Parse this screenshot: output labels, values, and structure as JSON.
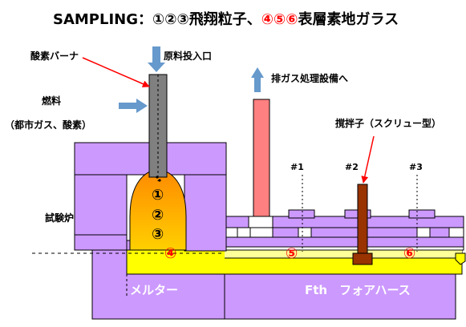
{
  "title": {
    "prefix": "SAMPLING：",
    "part_black": "①②③飛翔粒子、",
    "part_red": "④⑤⑥",
    "part_black2": "表層素地ガラス"
  },
  "labels": {
    "burner": "酸素バーナ",
    "raw_input": "原料投入口",
    "exhaust": "排ガス処理設備へ",
    "fuel": "燃料",
    "fuel_sub": "（都市ガス、酸素）",
    "stirrer": "撹拌子（スクリュー型）",
    "test_furnace": "試験炉",
    "melter": "メルター",
    "forehearth": "Fth　フォアハース"
  },
  "ports": [
    "#1",
    "#2",
    "#3"
  ],
  "points": {
    "p1": "①",
    "p2": "②",
    "p3": "③",
    "p4": "④",
    "p5": "⑤",
    "p6": "⑥"
  },
  "colors": {
    "refractory": "#cc99ff",
    "glass": "#ffff00",
    "flame_top": "#ff9900",
    "flame_bottom": "#ffcc00",
    "chimney": "#ff8080",
    "stirrer": "#993300",
    "burner": "#808080",
    "arrow": "#6699cc",
    "pointer": "#ff0000"
  }
}
